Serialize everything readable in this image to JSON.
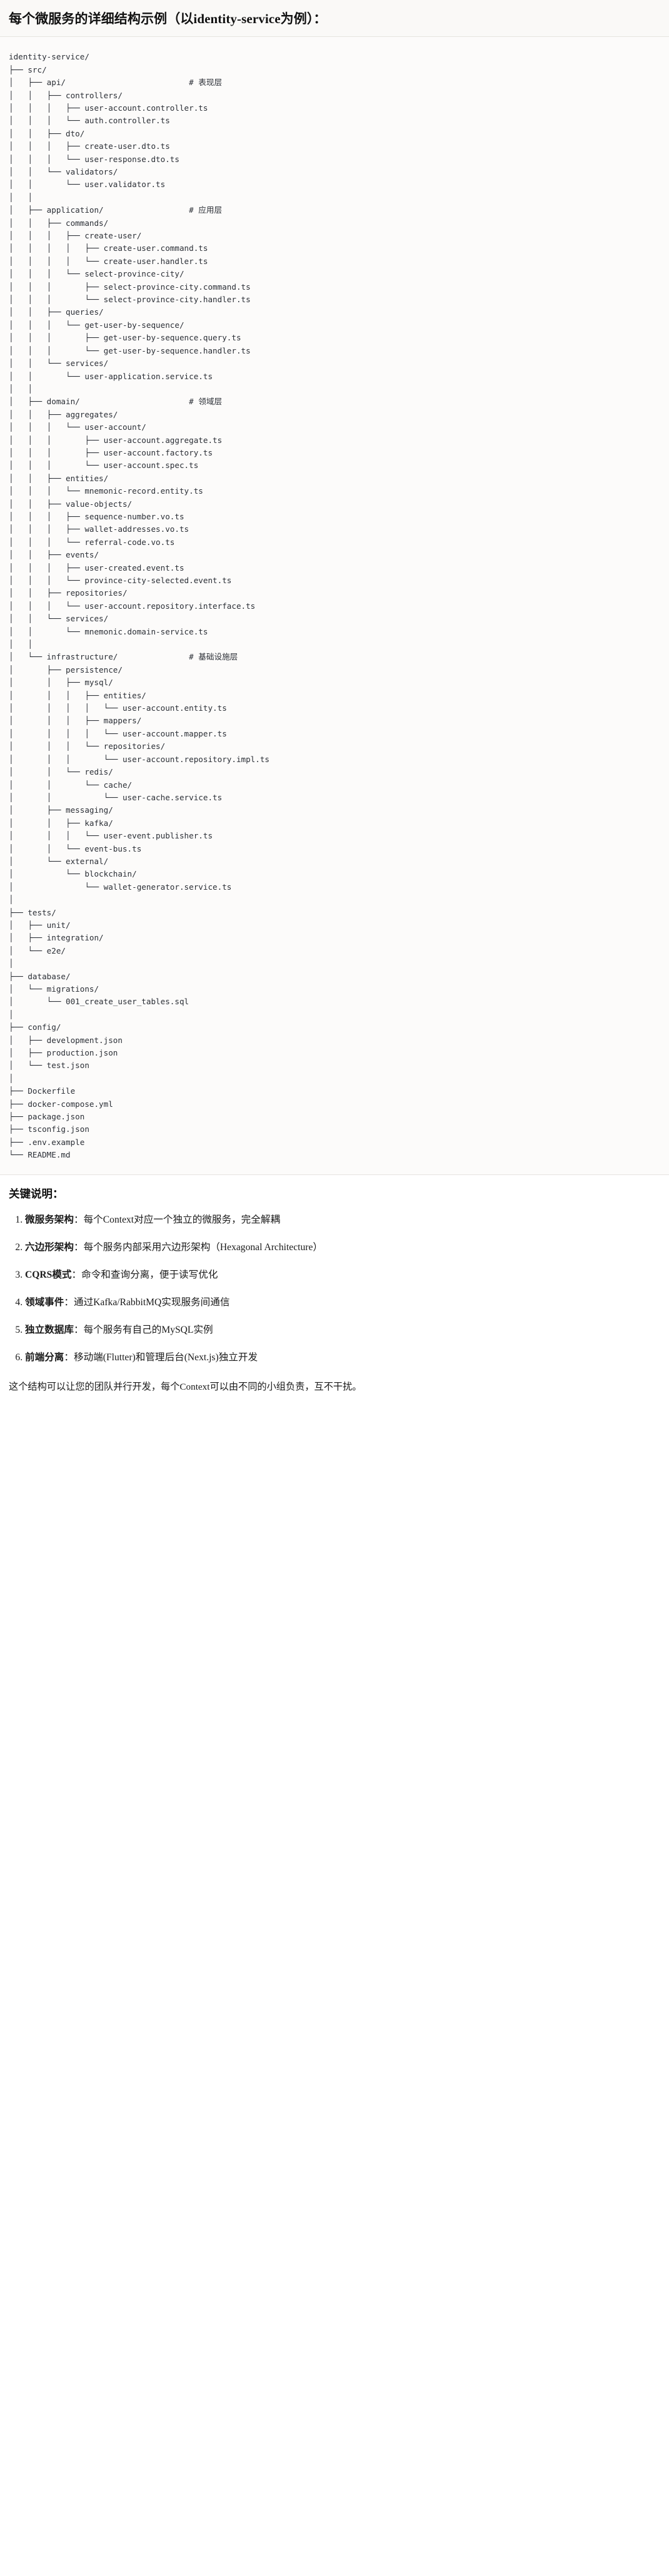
{
  "header": {
    "title": "每个微服务的详细结构示例（以identity-service为例）："
  },
  "tree": {
    "text": "identity-service/\n├── src/\n│   ├── api/                          # 表现层\n│   │   ├── controllers/\n│   │   │   ├── user-account.controller.ts\n│   │   │   └── auth.controller.ts\n│   │   ├── dto/\n│   │   │   ├── create-user.dto.ts\n│   │   │   └── user-response.dto.ts\n│   │   └── validators/\n│   │       └── user.validator.ts\n│   │\n│   ├── application/                  # 应用层\n│   │   ├── commands/\n│   │   │   ├── create-user/\n│   │   │   │   ├── create-user.command.ts\n│   │   │   │   └── create-user.handler.ts\n│   │   │   └── select-province-city/\n│   │   │       ├── select-province-city.command.ts\n│   │   │       └── select-province-city.handler.ts\n│   │   ├── queries/\n│   │   │   └── get-user-by-sequence/\n│   │   │       ├── get-user-by-sequence.query.ts\n│   │   │       └── get-user-by-sequence.handler.ts\n│   │   └── services/\n│   │       └── user-application.service.ts\n│   │\n│   ├── domain/                       # 领域层\n│   │   ├── aggregates/\n│   │   │   └── user-account/\n│   │   │       ├── user-account.aggregate.ts\n│   │   │       ├── user-account.factory.ts\n│   │   │       └── user-account.spec.ts\n│   │   ├── entities/\n│   │   │   └── mnemonic-record.entity.ts\n│   │   ├── value-objects/\n│   │   │   ├── sequence-number.vo.ts\n│   │   │   ├── wallet-addresses.vo.ts\n│   │   │   └── referral-code.vo.ts\n│   │   ├── events/\n│   │   │   ├── user-created.event.ts\n│   │   │   └── province-city-selected.event.ts\n│   │   ├── repositories/\n│   │   │   └── user-account.repository.interface.ts\n│   │   └── services/\n│   │       └── mnemonic.domain-service.ts\n│   │\n│   └── infrastructure/               # 基础设施层\n│       ├── persistence/\n│       │   ├── mysql/\n│       │   │   ├── entities/\n│       │   │   │   └── user-account.entity.ts\n│       │   │   ├── mappers/\n│       │   │   │   └── user-account.mapper.ts\n│       │   │   └── repositories/\n│       │   │       └── user-account.repository.impl.ts\n│       │   └── redis/\n│       │       └── cache/\n│       │           └── user-cache.service.ts\n│       ├── messaging/\n│       │   ├── kafka/\n│       │   │   └── user-event.publisher.ts\n│       │   └── event-bus.ts\n│       └── external/\n│           └── blockchain/\n│               └── wallet-generator.service.ts\n│\n├── tests/\n│   ├── unit/\n│   ├── integration/\n│   └── e2e/\n│\n├── database/\n│   └── migrations/\n│       └── 001_create_user_tables.sql\n│\n├── config/\n│   ├── development.json\n│   ├── production.json\n│   └── test.json\n│\n├── Dockerfile\n├── docker-compose.yml\n├── package.json\n├── tsconfig.json\n├── .env.example\n└── README.md"
  },
  "notes": {
    "heading": "关键说明：",
    "items": [
      {
        "term": "微服务架构",
        "desc": "：每个Context对应一个独立的微服务，完全解耦"
      },
      {
        "term": "六边形架构",
        "desc": "：每个服务内部采用六边形架构（Hexagonal Architecture）"
      },
      {
        "term": "CQRS模式",
        "desc": "：命令和查询分离，便于读写优化"
      },
      {
        "term": "领域事件",
        "desc": "：通过Kafka/RabbitMQ实现服务间通信"
      },
      {
        "term": "独立数据库",
        "desc": "：每个服务有自己的MySQL实例"
      },
      {
        "term": "前端分离",
        "desc": "：移动端(Flutter)和管理后台(Next.js)独立开发"
      }
    ],
    "closing": "这个结构可以让您的团队并行开发，每个Context可以由不同的小组负责，互不干扰。"
  }
}
